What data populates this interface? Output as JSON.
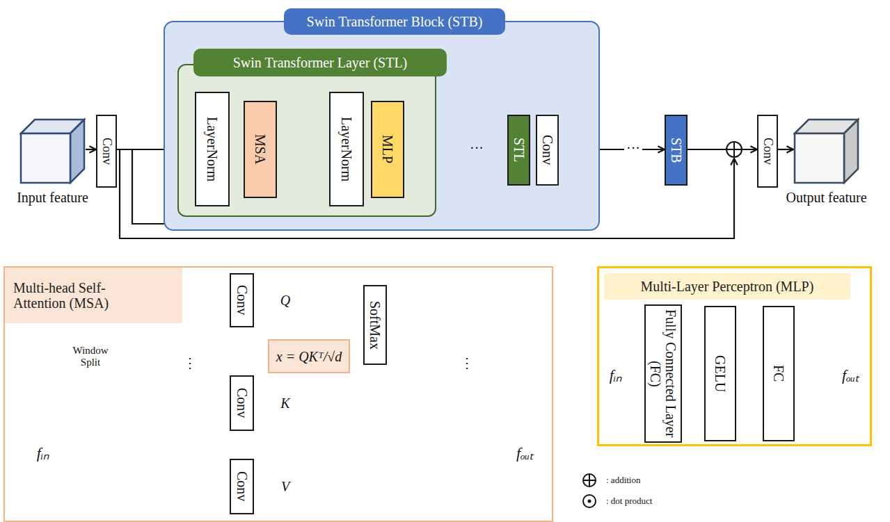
{
  "diagram": {
    "nodes": [
      {
        "text": [
          "Input feature"
        ]
      },
      {
        "text": [
          "Conv"
        ]
      },
      {
        "text": [
          "Swin Transformer Block (STB)"
        ]
      },
      {
        "text": [
          "Swin Transformer Layer (STL)"
        ],
        "in": 2
      },
      {
        "text": [
          "LayerNorm"
        ],
        "in": 3
      },
      {
        "text": [
          "MSA"
        ],
        "in": 3
      },
      {
        "text": [
          "LayerNorm"
        ],
        "in": 3
      },
      {
        "text": [
          "MLP"
        ],
        "in": 3
      },
      {
        "text": [
          "STL"
        ],
        "in": 2
      },
      {
        "text": [
          "Conv"
        ],
        "in": 2
      },
      {
        "text": [
          "STB"
        ]
      },
      {
        "text": [
          "Conv"
        ]
      },
      {
        "text": [
          "Output feature"
        ]
      },
      {
        "text": [
          "Multi-head Self- Attention (MSA)"
        ]
      },
      {
        "text": [
          "Conv"
        ],
        "in": 13
      },
      {
        "text": [
          "Conv"
        ],
        "in": 13
      },
      {
        "text": [
          "Conv"
        ],
        "in": 13
      },
      {
        "text": [
          "x = QKᵀ/√d"
        ],
        "in": 13
      },
      {
        "text": [
          "SoftMax"
        ],
        "in": 13
      },
      {
        "text": [
          "Multi-Layer Perceptron (MLP)"
        ]
      },
      {
        "text": [
          "Fully Connected Layer (FC)"
        ],
        "in": 19
      },
      {
        "text": [
          "GELU"
        ],
        "in": 19
      },
      {
        "text": [
          "FC"
        ],
        "in": 19
      }
    ],
    "edges": [
      {
        "from": 0,
        "to": 1,
        "arrow": "to"
      },
      {
        "from": 1,
        "to": 4,
        "arrow": "to"
      },
      {
        "from": 4,
        "to": 5,
        "arrow": "none"
      },
      {
        "from": 5,
        "to": 6,
        "arrow": "to"
      },
      {
        "from": 6,
        "to": 7,
        "arrow": "none"
      },
      {
        "from": 7,
        "to": 8,
        "arrow": "to"
      },
      {
        "from": 8,
        "to": 9,
        "arrow": "none"
      },
      {
        "from": 9,
        "to": 10,
        "arrow": "to"
      },
      {
        "from": 10,
        "to": 11,
        "arrow": "to"
      },
      {
        "from": 11,
        "to": 12,
        "arrow": "to"
      },
      {
        "from": 14,
        "to": 17,
        "label": "Q",
        "arrow": "to"
      },
      {
        "from": 15,
        "to": 17,
        "label": "K",
        "arrow": "to"
      },
      {
        "from": 17,
        "to": 18,
        "arrow": "to"
      }
    ],
    "labels": [
      "···",
      "···",
      "Window Split",
      "fᵢₙ",
      "⋮",
      "⋮",
      "fₒᵤₜ",
      "fᵢₙ",
      "fₒᵤₜ",
      "V"
    ],
    "legend": [
      {
        "text": ": addition"
      },
      {
        "text": ": dot product"
      }
    ]
  }
}
